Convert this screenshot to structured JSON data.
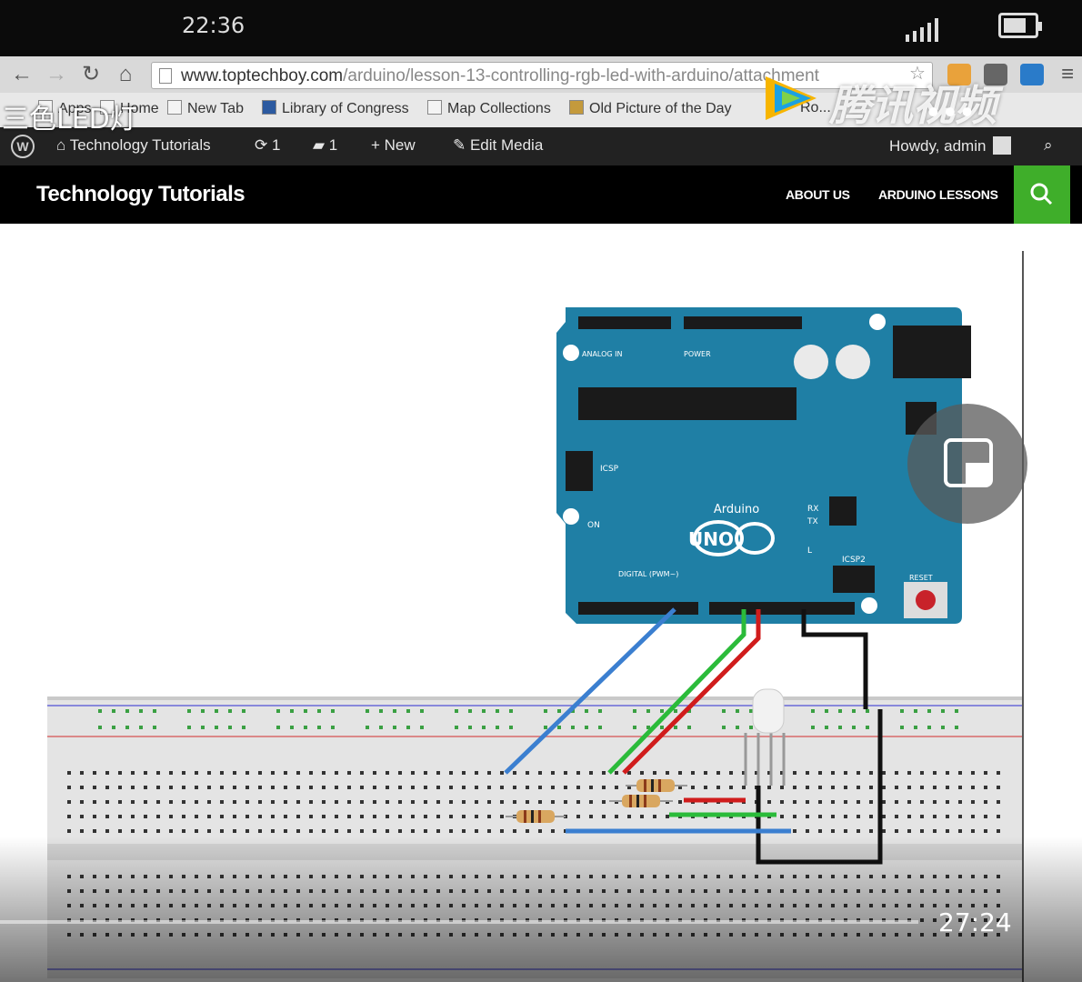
{
  "status_bar": {
    "time": "22:36"
  },
  "overlay": {
    "title": "三色LED灯",
    "watermark": "腾讯视频",
    "duration": "27:24"
  },
  "browser": {
    "url_main": "www.toptechboy.com",
    "url_rest": "/arduino/lesson-13-controlling-rgb-led-with-arduino/attachment",
    "bookmarks": [
      {
        "label": "Apps"
      },
      {
        "label": "Home"
      },
      {
        "label": "New Tab"
      },
      {
        "label": "Library of Congress"
      },
      {
        "label": "Map Collections"
      },
      {
        "label": "Old Picture of the Day"
      },
      {
        "label": "Ro..."
      }
    ]
  },
  "wp_admin_bar": {
    "site": "Technology Tutorials",
    "updates": "1",
    "comments": "1",
    "new": "New",
    "edit": "Edit Media",
    "howdy": "Howdy, admin"
  },
  "site": {
    "title": "Technology Tutorials",
    "menu": [
      "ABOUT US",
      "ARDUINO LESSONS"
    ]
  },
  "board": {
    "labels": [
      "UNO",
      "Arduino",
      "ICSP",
      "ICSP2",
      "RESET",
      "ON",
      "TX",
      "RX",
      "L",
      "DIGITAL (PWM~)",
      "POWER",
      "ANALOG IN"
    ]
  },
  "colors": {
    "board": "#1f7fa5",
    "green_accent": "#3fae2a",
    "wire_blue": "#3b7fd0",
    "wire_green": "#2bbb3a",
    "wire_red": "#d01c1c",
    "wire_black": "#111111"
  }
}
